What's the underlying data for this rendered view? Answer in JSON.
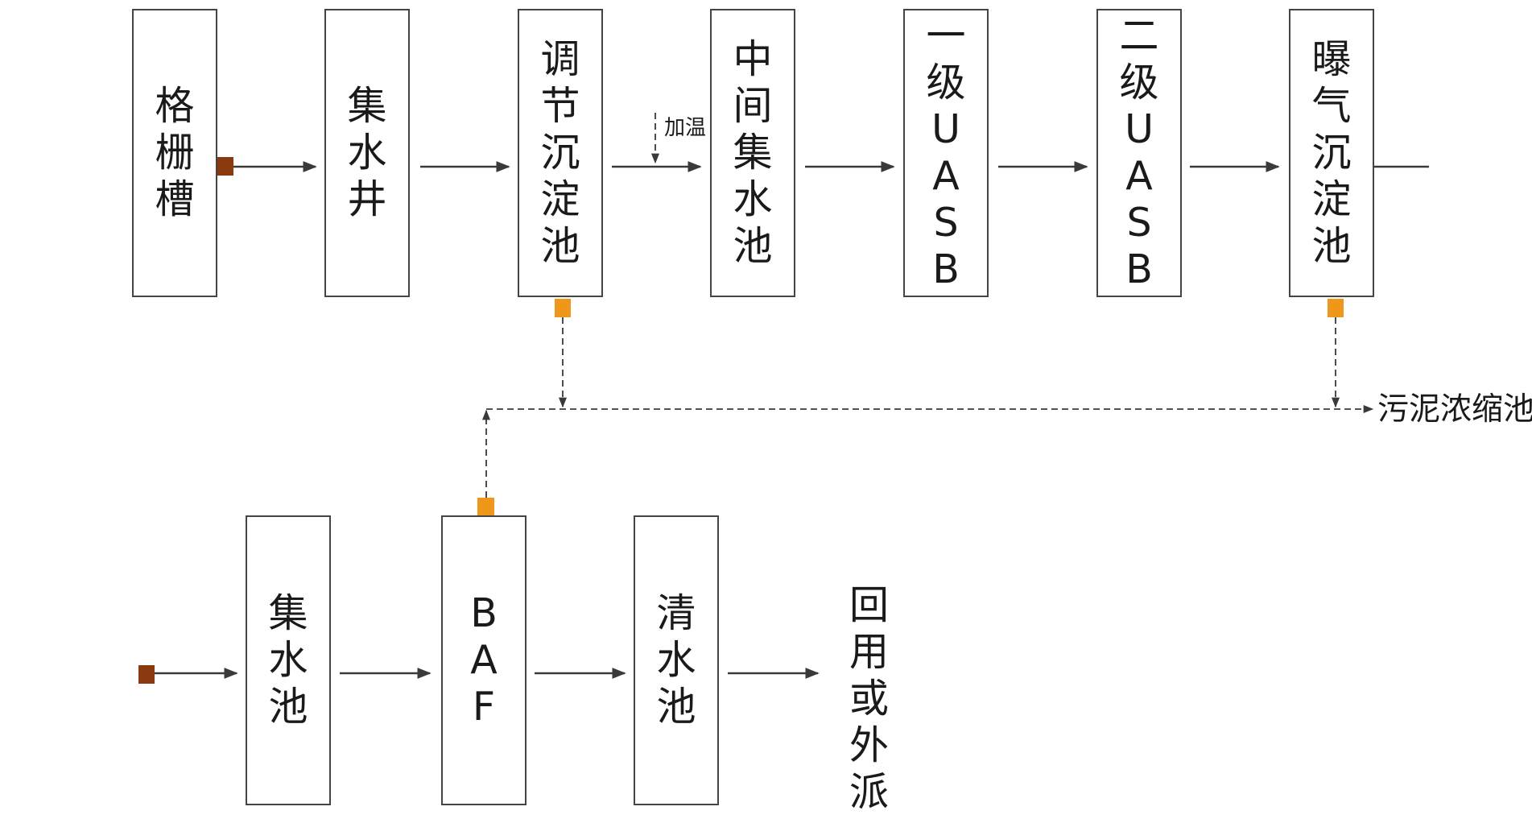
{
  "colors": {
    "line": "#3a3a3a",
    "box_border": "#444444",
    "inlet_marker": "#8b3a10",
    "sludge_marker": "#f0961a",
    "background": "#ffffff"
  },
  "row1": [
    {
      "id": "grid-channel",
      "label": "格栅槽",
      "chars": [
        "格",
        "栅",
        "槽"
      ]
    },
    {
      "id": "collection-well",
      "label": "集水井",
      "chars": [
        "集",
        "水",
        "井"
      ]
    },
    {
      "id": "regulating-sedimentation-tank",
      "label": "调节沉淀池",
      "chars": [
        "调",
        "节",
        "沉",
        "淀",
        "池"
      ]
    },
    {
      "id": "intermediate-collection-tank",
      "label": "中间集水池",
      "chars": [
        "中",
        "间",
        "集",
        "水",
        "池"
      ]
    },
    {
      "id": "primary-uasb",
      "label": "一级UASB",
      "chars": [
        "一",
        "级",
        "U",
        "A",
        "S",
        "B"
      ]
    },
    {
      "id": "secondary-uasb",
      "label": "二级UASB",
      "chars": [
        "二",
        "级",
        "U",
        "A",
        "S",
        "B"
      ]
    },
    {
      "id": "aeration-sedimentation-tank",
      "label": "曝气沉淀池",
      "chars": [
        "曝",
        "气",
        "沉",
        "淀",
        "池"
      ]
    }
  ],
  "row2": [
    {
      "id": "collection-tank",
      "label": "集水池",
      "chars": [
        "集",
        "水",
        "池"
      ]
    },
    {
      "id": "baf",
      "label": "BAF",
      "chars": [
        "B",
        "A",
        "F"
      ]
    },
    {
      "id": "clear-water-tank",
      "label": "清水池",
      "chars": [
        "清",
        "水",
        "池"
      ]
    }
  ],
  "heating_label": "加温",
  "sludge_destination": "污泥浓缩池",
  "reuse_label": {
    "text": "回用或外派",
    "chars": [
      "回",
      "用",
      "或",
      "外",
      "派"
    ]
  }
}
